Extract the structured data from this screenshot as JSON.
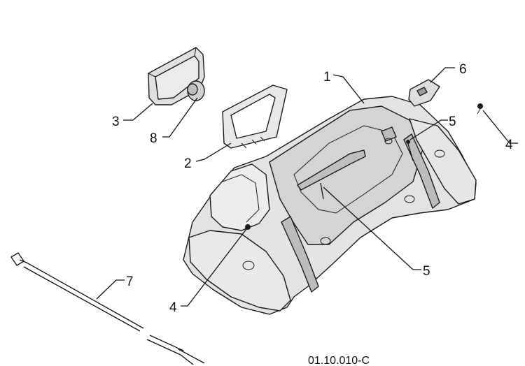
{
  "callouts": {
    "c1": "1",
    "c2": "2",
    "c3": "3",
    "c4a": "4",
    "c4b": "4",
    "c5a": "5",
    "c5b": "5",
    "c6": "6",
    "c7": "7",
    "c8": "8"
  },
  "figure_code": "01.10.010-C",
  "colors": {
    "line": "#1a1a1a",
    "fill_light": "#ececec",
    "fill_mid": "#d9d9d9",
    "fill_dark": "#bdbdbd"
  }
}
